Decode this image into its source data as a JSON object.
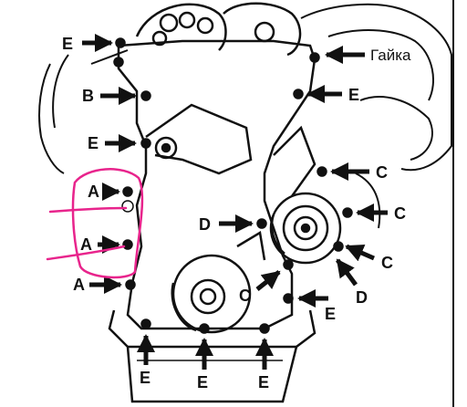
{
  "diagram": {
    "colors": {
      "ink": "#111111",
      "annotation": "#e8248c",
      "background": "#ffffff"
    },
    "labels": {
      "e_top_left": "E",
      "nut": "Гайка",
      "b": "B",
      "e_right_upper": "E",
      "e_left_mid": "E",
      "c_right_1": "C",
      "a_upper": "A",
      "d_mid": "D",
      "c_right_2": "C",
      "a_middle": "A",
      "c_right_3": "C",
      "a_lower": "A",
      "c_center": "C",
      "d_lower": "D",
      "e_right_lower": "E",
      "e_bottom_1": "E",
      "e_bottom_2": "E",
      "e_bottom_3": "E"
    }
  }
}
